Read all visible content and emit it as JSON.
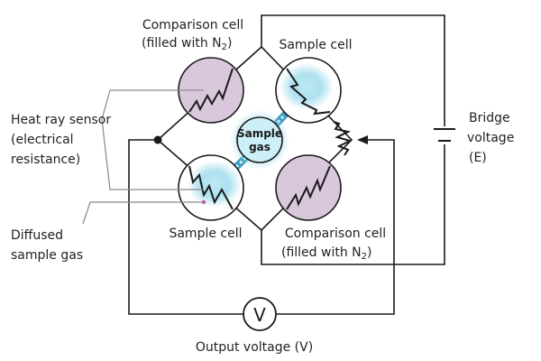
{
  "labels": {
    "comparison_cell_top_line1": "Comparison cell",
    "comparison_cell_top_line2": "(filled with N",
    "comparison_cell_top_close": ")",
    "sample_cell_top": "Sample cell",
    "heat_ray_sensor_line1": "Heat ray sensor",
    "heat_ray_sensor_line2": "(electrical",
    "heat_ray_sensor_line3": "resistance)",
    "diffused_line1": "Diffused",
    "diffused_line2": "sample gas",
    "sample_cell_bottom": "Sample cell",
    "comparison_cell_bottom_line1": "Comparison cell",
    "comparison_cell_bottom_line2": "(filled with N",
    "comparison_cell_bottom_close": ")",
    "subscript_2": "2",
    "bridge_line1": "Bridge",
    "bridge_line2": "voltage",
    "bridge_line3": "(E)",
    "sample_gas_line1": "Sample",
    "sample_gas_line2": "gas",
    "voltmeter_symbol": "V",
    "output_voltage": "Output voltage (V)"
  },
  "colors": {
    "comparison_cell_fill": "#d9c8dc",
    "sample_cell_fill": "#ffffff",
    "sample_gas_glow": "#9fdcec",
    "sample_gas_core": "#cdeff7",
    "wire": "#1a1a1a",
    "leader": "#8a8a8a"
  }
}
